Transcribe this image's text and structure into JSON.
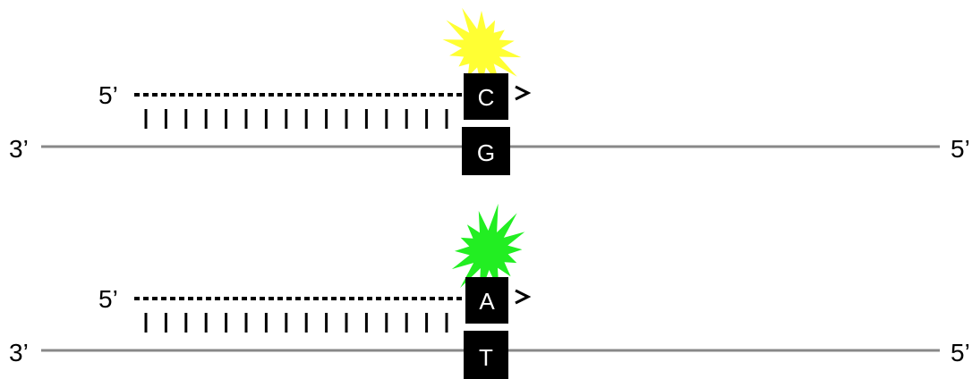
{
  "colors": {
    "background": "#ffffff",
    "template_strand": "#888888",
    "primer": "#000000",
    "base_box": "#000000",
    "base_text": "#ffffff",
    "dye_top": "#ffff33",
    "dye_bottom": "#22ee22"
  },
  "panels": [
    {
      "primer_five_prime": "5’",
      "template_three_prime": "3’",
      "template_five_prime": "5’",
      "incorporated_base": "C",
      "template_base": "G",
      "dye_color_key": "dye_top",
      "dye_icon": "starburst-icon"
    },
    {
      "primer_five_prime": "5’",
      "template_three_prime": "3’",
      "template_five_prime": "5’",
      "incorporated_base": "A",
      "template_base": "T",
      "dye_color_key": "dye_bottom",
      "dye_icon": "starburst-icon"
    }
  ]
}
